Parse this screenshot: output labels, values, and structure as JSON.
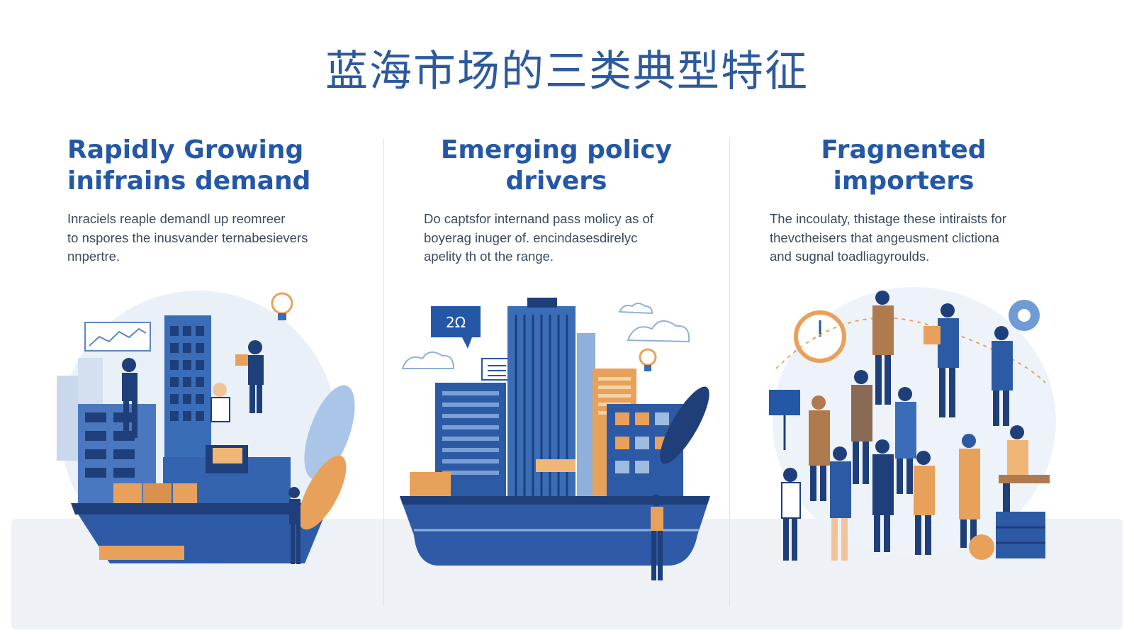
{
  "page": {
    "title": "蓝海市场的三类典型特征"
  },
  "columns": [
    {
      "title_lines": [
        "Rapidly Growing",
        "inifrains demand"
      ],
      "body_lines": [
        "Inraciels reaple demandl up reomreer",
        "to nspores the inusvander ternabesievers",
        "nnpertre."
      ],
      "illustration": "cargo-ship-city-workers"
    },
    {
      "title_lines": [
        "Emerging policy",
        "drivers"
      ],
      "body_lines": [
        "Do captsfor internand pass molicy as of",
        "boyerag inuger of. encindasesdirelyc",
        "apelity th ot the range."
      ],
      "illustration": "city-skyline-on-ship",
      "badge_text": "2Ω"
    },
    {
      "title_lines": [
        "Fragnented",
        "importers"
      ],
      "body_lines": [
        "The incoulaty, thistage these intiraists for",
        "thevctheisers that angeusment clictiona",
        "and sugnal toadliagyroulds."
      ],
      "illustration": "crowd-of-business-people"
    }
  ],
  "colors": {
    "title_blue": "#2c5a9c",
    "heading_blue": "#2458a6",
    "accent_orange": "#e8a15a",
    "navy": "#1f3f7a"
  }
}
